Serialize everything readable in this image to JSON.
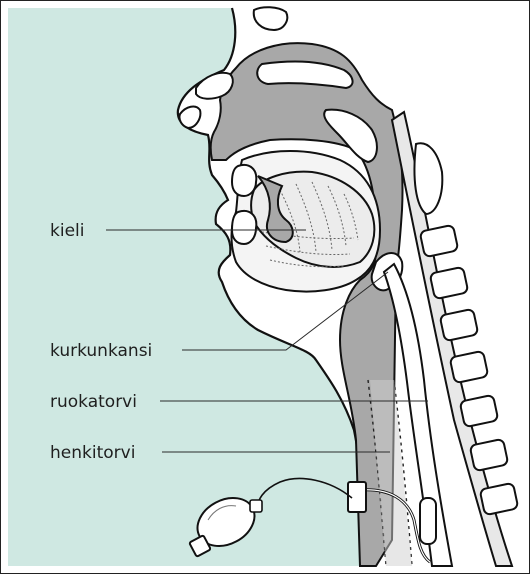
{
  "diagram": {
    "labels": {
      "tongue": "kieli",
      "epiglottis": "kurkunkansi",
      "esophagus": "ruokatorvi",
      "trachea": "henkitorvi"
    },
    "colors": {
      "background_face": "#cfe8e2",
      "airway_gray": "#a8a8a8",
      "tissue_white": "#ffffff",
      "outline": "#111111"
    }
  }
}
